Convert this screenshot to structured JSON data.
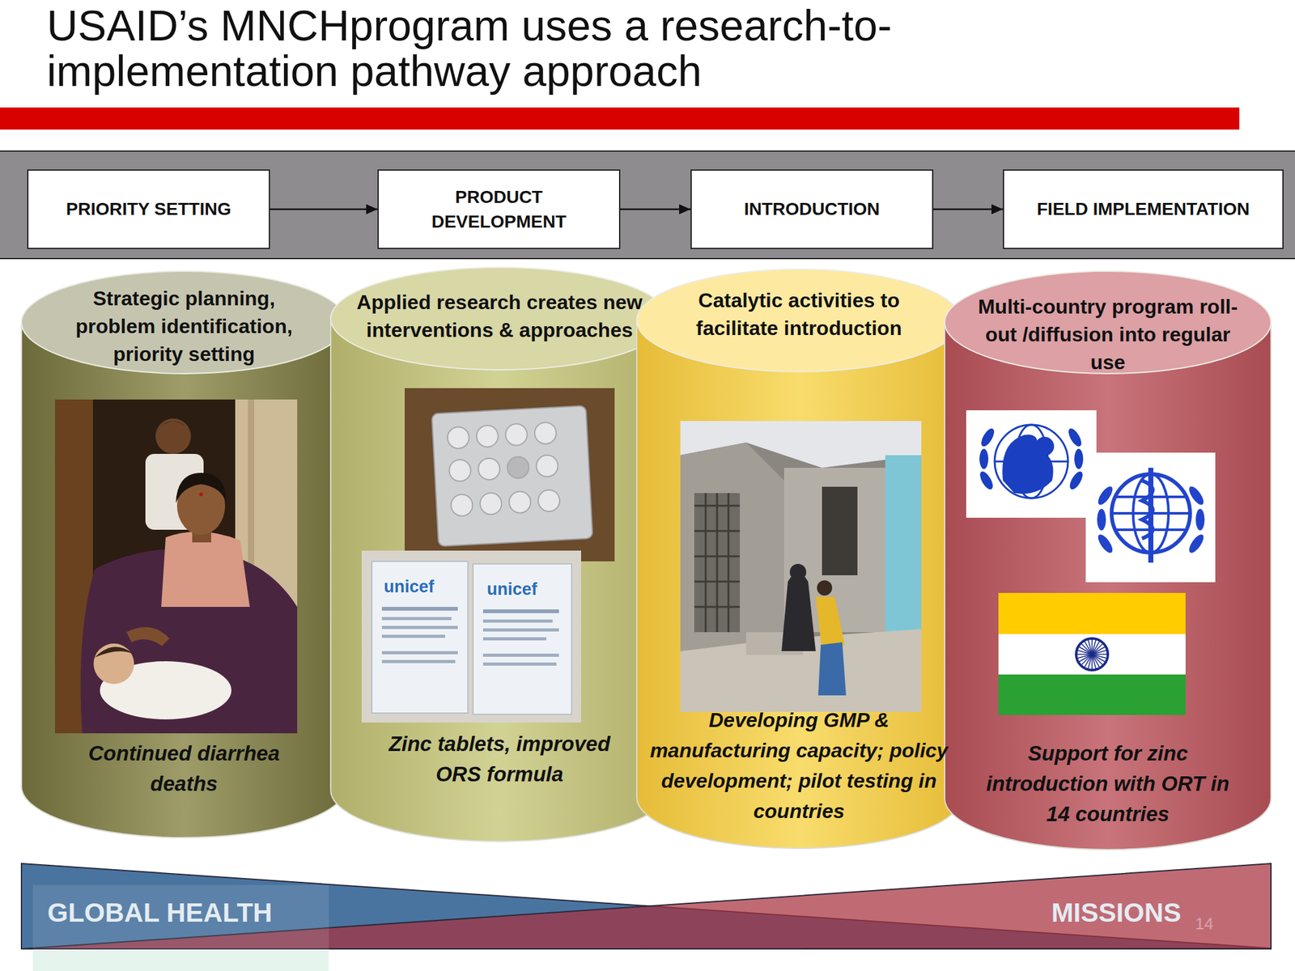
{
  "diagram": {
    "title": "USAID’s MNCHprogram uses a research-to-implementation pathway approach",
    "nodes": [
      {
        "text": [
          "PRIORITY SETTING"
        ]
      },
      {
        "text": [
          "PRODUCT DEVELOPMENT"
        ]
      },
      {
        "text": [
          "INTRODUCTION"
        ]
      },
      {
        "text": [
          "FIELD IMPLEMENTATION"
        ]
      },
      {
        "text": [
          "Strategic planning, problem identification, priority setting",
          "Continued diarrhea deaths"
        ]
      },
      {
        "text": [
          "Applied research creates new interventions & approaches",
          "Zinc tablets, improved ORS formula"
        ]
      },
      {
        "text": [
          "Catalytic activities to facilitate introduction",
          "Developing GMP & manufacturing capacity; policy development; pilot testing in countries"
        ]
      },
      {
        "text": [
          "Multi-country program roll-out /diffusion into regular use",
          "Support for zinc introduction with ORT in 14 countries"
        ]
      },
      {
        "text": [
          "GLOBAL HEALTH"
        ]
      },
      {
        "text": [
          "MISSIONS"
        ]
      }
    ],
    "edges": [
      {
        "from": 0,
        "to": 1,
        "arrow": "to"
      },
      {
        "from": 1,
        "to": 2,
        "arrow": "to"
      },
      {
        "from": 2,
        "to": 3,
        "arrow": "to"
      }
    ],
    "labels": [
      "unicef",
      "unicef",
      "14"
    ]
  }
}
